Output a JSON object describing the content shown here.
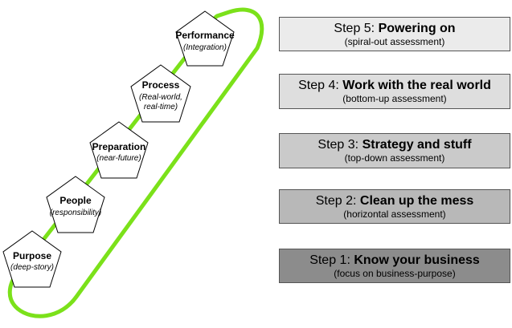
{
  "colors": {
    "track": "#7be11a",
    "pentagon_fill": "#ffffff",
    "pentagon_stroke": "#000000"
  },
  "pentagons": [
    {
      "title": "Performance",
      "subtitle": "(Integration)"
    },
    {
      "title": "Process",
      "subtitle": "(Real-world,",
      "subtitle2": "real-time)"
    },
    {
      "title": "Preparation",
      "subtitle": "(near-future)"
    },
    {
      "title": "People",
      "subtitle": "(responsibility)"
    },
    {
      "title": "Purpose",
      "subtitle": "(deep-story)"
    }
  ],
  "steps": [
    {
      "prefix": "Step 5: ",
      "title": "Powering on",
      "description": "(spiral-out assessment)"
    },
    {
      "prefix": "Step 4: ",
      "title": "Work with the real world",
      "description": "(bottom-up assessment)"
    },
    {
      "prefix": "Step 3: ",
      "title": "Strategy and stuff",
      "description": "(top-down assessment)"
    },
    {
      "prefix": "Step 2: ",
      "title": "Clean up the mess",
      "description": "(horizontal assessment)"
    },
    {
      "prefix": "Step 1: ",
      "title": "Know your business",
      "description": "(focus on business-purpose)"
    }
  ]
}
